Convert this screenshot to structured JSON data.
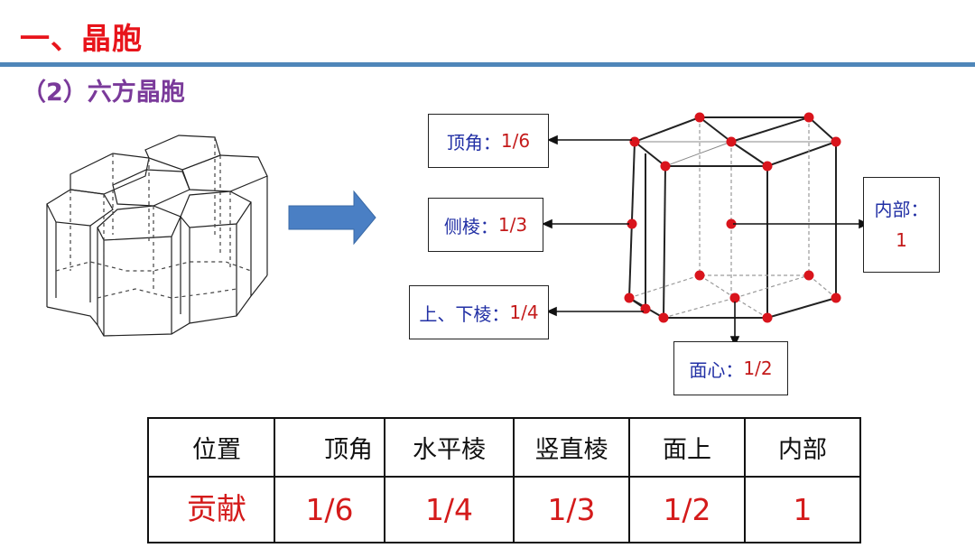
{
  "title": "一、晶胞",
  "subtitle": "（2）六方晶胞",
  "labels": {
    "vertex": {
      "name": "顶角：",
      "value": "1/6"
    },
    "side_edge": {
      "name": "侧棱：",
      "value": "1/3"
    },
    "top_bottom_edge": {
      "name": "上、下棱：",
      "value": "1/4"
    },
    "face_center": {
      "name": "面心：",
      "value": "1/2"
    },
    "interior": {
      "name": "内部：",
      "value": "1"
    }
  },
  "table": {
    "header": [
      "位置",
      "顶角",
      "水平棱",
      "竖直棱",
      "面上",
      "内部"
    ],
    "row_label": "贡献",
    "values": [
      "1/6",
      "1/4",
      "1/3",
      "1/2",
      "1"
    ]
  },
  "colors": {
    "title": "#e8141b",
    "subtitle": "#7a3a9a",
    "rule": "#4f86b9",
    "arrow": "#4a7fc4",
    "atom": "#d9141c",
    "label_key": "#2230a5",
    "label_value": "#c41a1a"
  }
}
